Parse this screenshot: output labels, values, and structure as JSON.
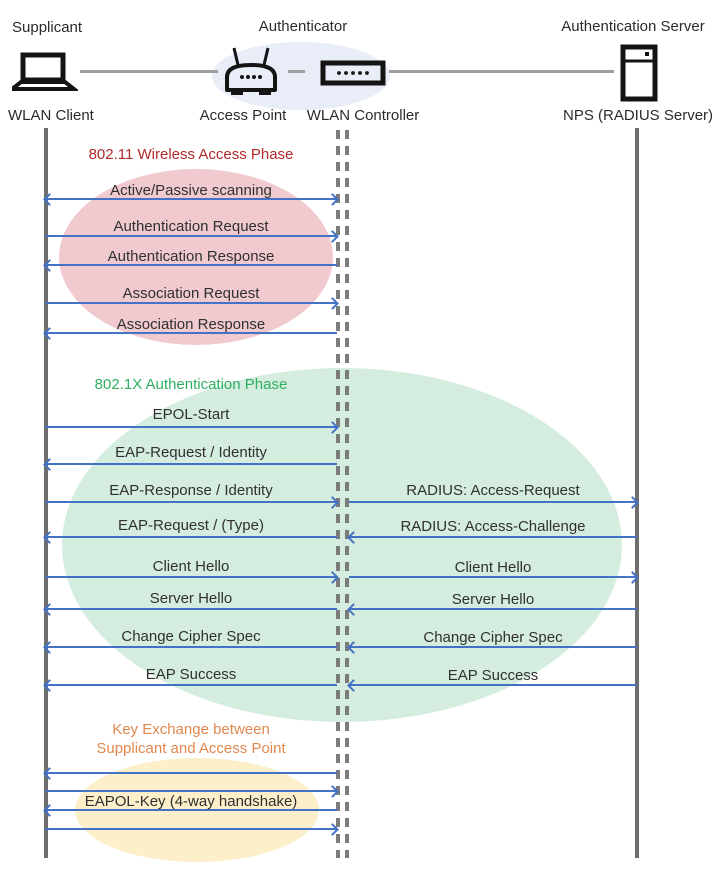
{
  "diagram_type": "wlan-802.1x-authentication-sequence",
  "actors": {
    "supplicant": {
      "role": "Supplicant",
      "device": "WLAN Client"
    },
    "authenticator": {
      "role": "Authenticator",
      "device1": "Access Point",
      "device2": "WLAN Controller"
    },
    "auth_server": {
      "role": "Authentication Server",
      "device": "NPS (RADIUS Server)"
    }
  },
  "icons": {
    "supplicant": "laptop-icon",
    "access_point": "wireless-router-icon",
    "wlan_controller": "controller-box-icon",
    "auth_server": "server-tower-icon"
  },
  "phases": {
    "p1": {
      "title": "802.11 Wireless Access Phase"
    },
    "p2": {
      "title": "802.1X Authentication Phase"
    },
    "p3": {
      "line1": "Key Exchange between",
      "line2": "Supplicant and Access Point"
    }
  },
  "messages": [
    {
      "left_label": "Active/Passive scanning",
      "left_dir": "both"
    },
    {
      "left_label": "Authentication Request",
      "left_dir": "right"
    },
    {
      "left_label": "Authentication Response",
      "left_dir": "left"
    },
    {
      "left_label": "Association Request",
      "left_dir": "right"
    },
    {
      "left_label": "Association Response",
      "left_dir": "left"
    },
    {
      "left_label": "EPOL-Start",
      "left_dir": "right"
    },
    {
      "left_label": "EAP-Request / Identity",
      "left_dir": "left"
    },
    {
      "left_label": "EAP-Response / Identity",
      "left_dir": "right",
      "right_label": "RADIUS: Access-Request",
      "right_dir": "right"
    },
    {
      "left_label": "EAP-Request / (Type)",
      "left_dir": "left",
      "right_label": "RADIUS: Access-Challenge",
      "right_dir": "left"
    },
    {
      "left_label": "Client Hello",
      "left_dir": "right",
      "right_label": "Client Hello",
      "right_dir": "right"
    },
    {
      "left_label": "Server Hello",
      "left_dir": "left",
      "right_label": "Server Hello",
      "right_dir": "left"
    },
    {
      "left_label": "Change Cipher Spec",
      "left_dir": "left",
      "right_label": "Change Cipher Spec",
      "right_dir": "left"
    },
    {
      "left_label": "EAP Success",
      "left_dir": "left",
      "right_label": "EAP Success",
      "right_dir": "left"
    },
    {
      "left_dir": "left"
    },
    {
      "left_dir": "right"
    },
    {
      "left_label": "EAPOL-Key (4-way handshake)",
      "left_dir": "left"
    },
    {
      "left_dir": "right"
    }
  ],
  "colors": {
    "arrow_blue": "#4472c4",
    "phase1_red": "#b12a2a",
    "phase2_green": "#2fae62",
    "phase3_orange": "#e2884f",
    "ellipse_pink": "#f0cace",
    "ellipse_green": "#d4edde",
    "ellipse_yellow": "#fcefca",
    "ellipse_blue": "#e9edf7",
    "lifeline_gray": "#6e6e6e"
  }
}
